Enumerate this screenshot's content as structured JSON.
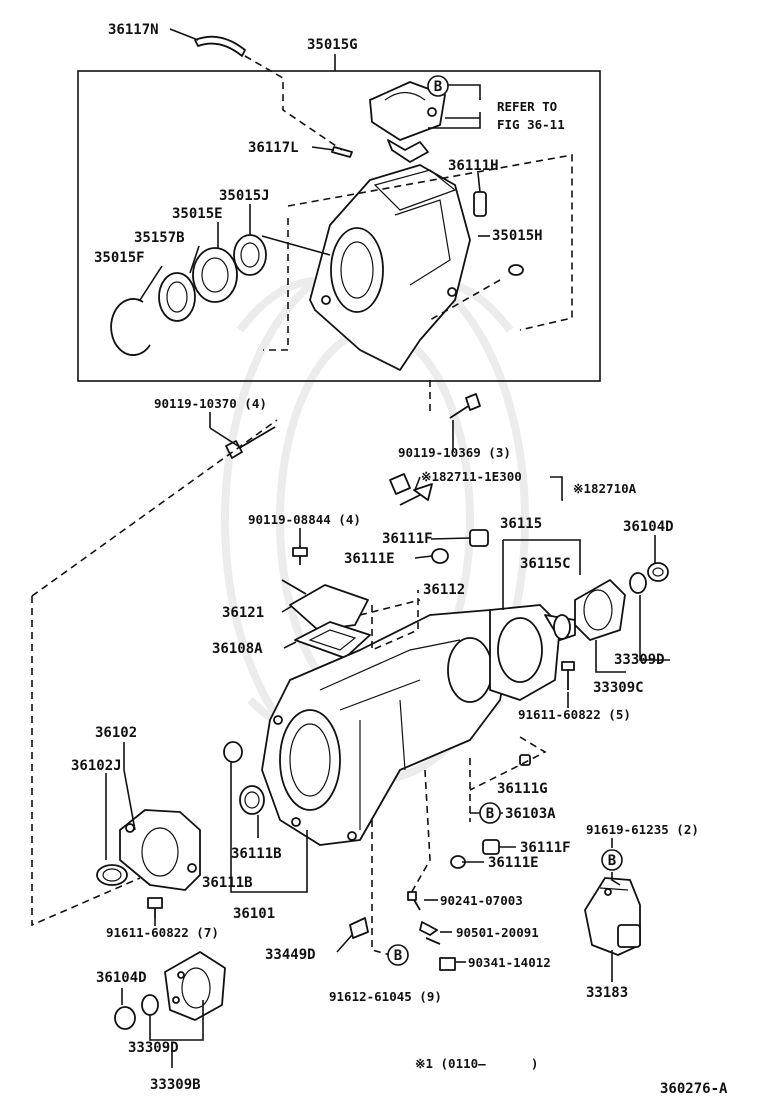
{
  "labels": {
    "l36117N": "36117N",
    "l35015G": "35015G",
    "lReferTo": "REFER TO",
    "lFig3611": "FIG 36-11",
    "l36117L": "36117L",
    "l36111H": "36111H",
    "l35015J": "35015J",
    "l35015E": "35015E",
    "l35157B": "35157B",
    "l35015F": "35015F",
    "l35015H": "35015H",
    "l9011910370": "90119-10370 (4)",
    "l9011910369": "90119-10369 (3)",
    "l1827111E300": "※182711-1E300",
    "l182710A": "※182710A",
    "l9011908844": "90119-08844 (4)",
    "l36111Ftop": "36111F",
    "l36115": "36115",
    "l36104Dtop": "36104D",
    "l36111Etop": "36111E",
    "l36115C": "36115C",
    "l36112": "36112",
    "l36121": "36121",
    "l36108A": "36108A",
    "l33309Dtop": "33309D",
    "l33309C": "33309C",
    "l9161160822r": "91611-60822 (5)",
    "l36102": "36102",
    "l36102J": "36102J",
    "l36111G": "36111G",
    "l36103A": "36103A",
    "l9161961235": "91619-61235 (2)",
    "l36111Fbot": "36111F",
    "l36111B1": "36111B",
    "l36111Ebot": "36111E",
    "l36111B2": "36111B",
    "l36101": "36101",
    "l9024107003": "90241-07003",
    "l9161160822l": "91611-60822 (7)",
    "l9050120091": "90501-20091",
    "l33449D": "33449D",
    "l9034114012": "90341-14012",
    "l33183": "33183",
    "l36104Dbot": "36104D",
    "l9161261045": "91612-61045 (9)",
    "l33309Dbot": "33309D",
    "l33309B": "33309B",
    "lNote": "※1 (0110—      )",
    "lFigNo": "360276-A"
  },
  "marker_letter": "B",
  "colors": {
    "ink": "#111111",
    "paper": "#ffffff",
    "watermark": "#ececec"
  }
}
